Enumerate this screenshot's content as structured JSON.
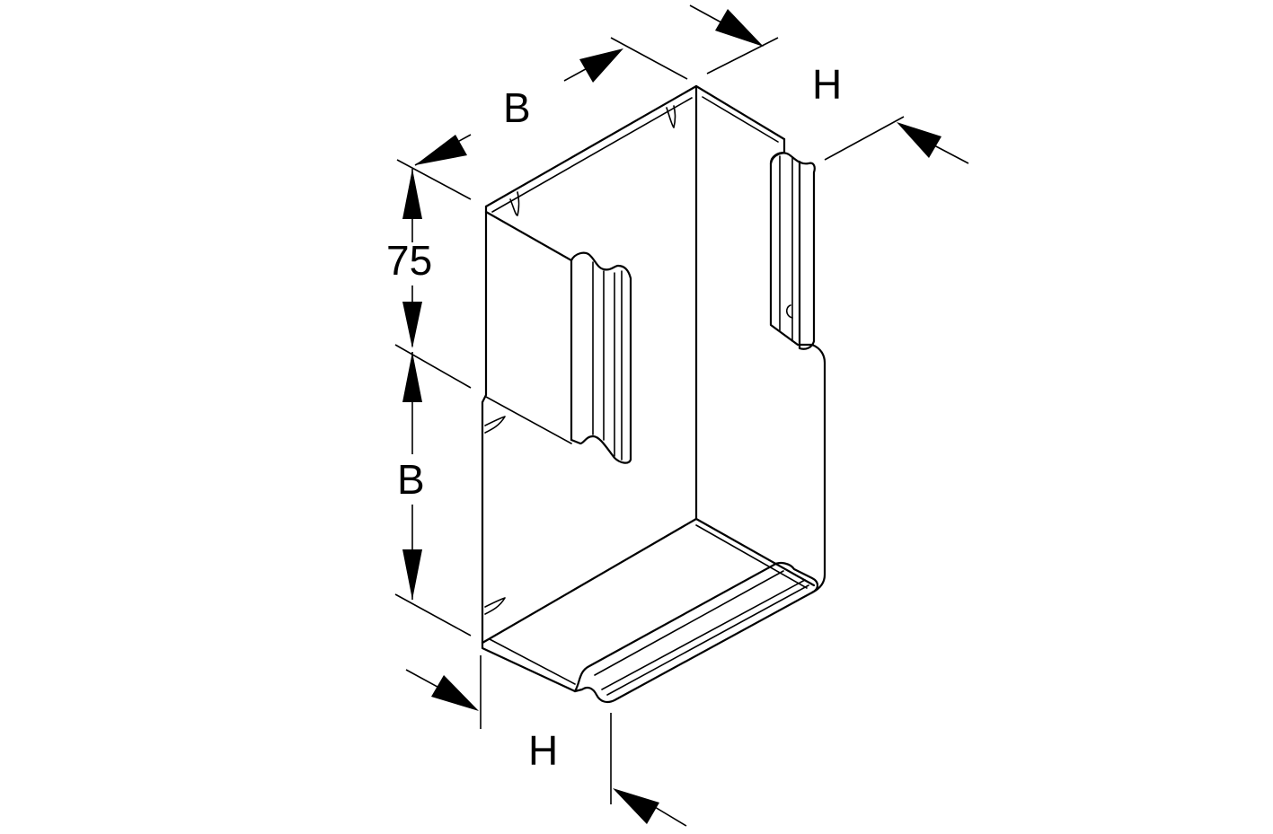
{
  "dimension_labels": {
    "width_top": "B",
    "height_top_right": "H",
    "extension_75": "75",
    "width_left": "B",
    "height_bottom": "H"
  }
}
